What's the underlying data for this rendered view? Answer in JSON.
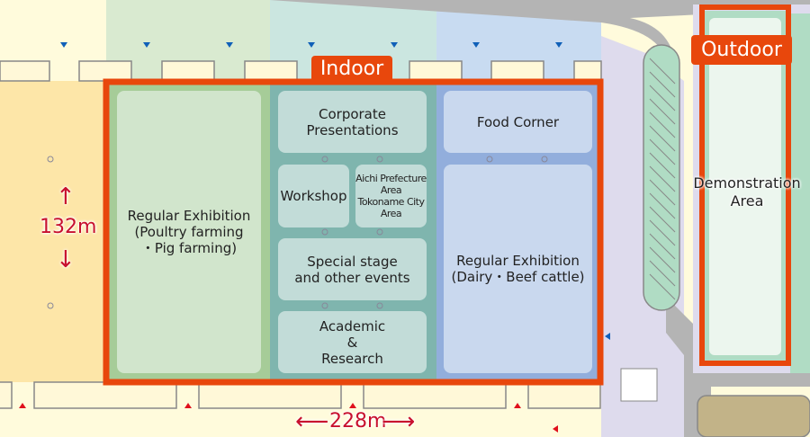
{
  "labels": {
    "indoor": "Indoor",
    "outdoor": "Outdoor",
    "height_dimension": "132m",
    "width_dimension": "228m"
  },
  "zones": {
    "poultry_pig": "Regular Exhibition\n(Poultry farming\n・Pig farming)",
    "corporate": "Corporate\nPresentations",
    "workshop": "Workshop",
    "aichi": "Aichi Prefecture\nArea\nTokoname City\nArea",
    "special_stage": "Special stage\nand other events",
    "academic": "Academic\n&\nResearch",
    "food_corner": "Food Corner",
    "dairy_beef": "Regular Exhibition\n(Dairy・Beef cattle)",
    "demonstration": "Demonstration\nArea"
  },
  "colors": {
    "frame": "#e8470c",
    "dimension": "#c8102e",
    "entrance_blue": "#1060b8",
    "entrance_red": "#e0101c"
  }
}
